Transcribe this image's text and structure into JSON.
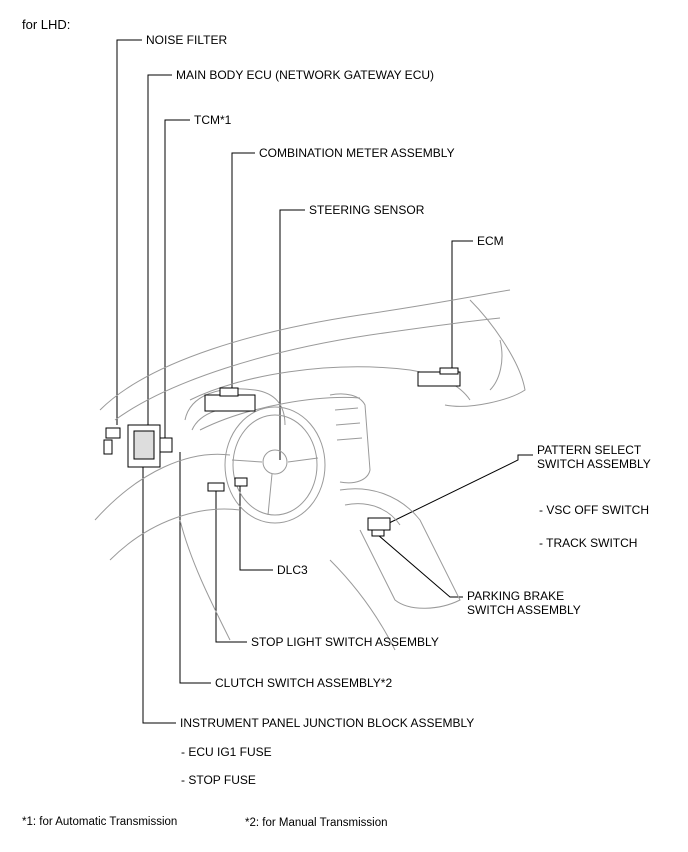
{
  "header": {
    "title": "for LHD:"
  },
  "labels": {
    "noise_filter": "NOISE FILTER",
    "main_body_ecu": "MAIN BODY ECU (NETWORK GATEWAY ECU)",
    "tcm": "TCM*1",
    "combination_meter": "COMBINATION METER ASSEMBLY",
    "steering_sensor": "STEERING SENSOR",
    "ecm": "ECM",
    "pattern_select_line1": "PATTERN SELECT",
    "pattern_select_line2": "SWITCH ASSEMBLY",
    "vsc_off_switch": "- VSC OFF SWITCH",
    "track_switch": "- TRACK SWITCH",
    "parking_brake_line1": "PARKING BRAKE",
    "parking_brake_line2": "SWITCH ASSEMBLY",
    "dlc3": "DLC3",
    "stop_light_switch": "STOP LIGHT SWITCH ASSEMBLY",
    "clutch_switch": "CLUTCH SWITCH ASSEMBLY*2",
    "instrument_panel_jb": "INSTRUMENT PANEL JUNCTION BLOCK ASSEMBLY",
    "ecu_ig1_fuse": "- ECU IG1 FUSE",
    "stop_fuse": "- STOP FUSE"
  },
  "footnotes": {
    "note1": "*1: for Automatic Transmission",
    "note2": "*2: for Manual Transmission"
  }
}
